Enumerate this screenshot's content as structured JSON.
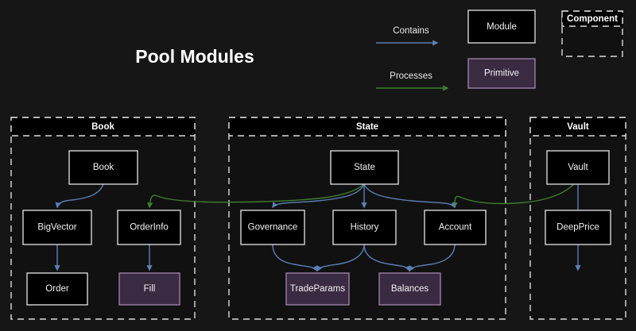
{
  "title": "Pool Modules",
  "colors": {
    "background": "#161616",
    "module_fill": "#000000",
    "module_stroke": "#e6e6e6",
    "primitive_fill": "#3a2a42",
    "primitive_stroke": "#a486b0",
    "contains_edge": "#5b7fb5",
    "processes_edge": "#3f7d2f",
    "cluster_stroke": "#dcdcdc",
    "text": "#f2f2f2"
  },
  "legend": {
    "contains_label": "Contains",
    "processes_label": "Processes",
    "module_label": "Module",
    "primitive_label": "Primitive",
    "component_label": "Component"
  },
  "clusters": [
    {
      "id": "book",
      "label": "Book"
    },
    {
      "id": "state",
      "label": "State"
    },
    {
      "id": "vault",
      "label": "Vault"
    }
  ],
  "nodes": [
    {
      "id": "book",
      "label": "Book",
      "type": "module",
      "cluster": "book"
    },
    {
      "id": "bigvector",
      "label": "BigVector",
      "type": "module",
      "cluster": "book"
    },
    {
      "id": "orderinfo",
      "label": "OrderInfo",
      "type": "module",
      "cluster": "book"
    },
    {
      "id": "order",
      "label": "Order",
      "type": "module",
      "cluster": "book"
    },
    {
      "id": "fill",
      "label": "Fill",
      "type": "primitive",
      "cluster": "book"
    },
    {
      "id": "state",
      "label": "State",
      "type": "module",
      "cluster": "state"
    },
    {
      "id": "governance",
      "label": "Governance",
      "type": "module",
      "cluster": "state"
    },
    {
      "id": "history",
      "label": "History",
      "type": "module",
      "cluster": "state"
    },
    {
      "id": "account",
      "label": "Account",
      "type": "module",
      "cluster": "state"
    },
    {
      "id": "tradeparams",
      "label": "TradeParams",
      "type": "primitive",
      "cluster": "state"
    },
    {
      "id": "balances",
      "label": "Balances",
      "type": "primitive",
      "cluster": "state"
    },
    {
      "id": "vault",
      "label": "Vault",
      "type": "module",
      "cluster": "vault"
    },
    {
      "id": "deepprice",
      "label": "DeepPrice",
      "type": "module",
      "cluster": "vault"
    }
  ],
  "edges": [
    {
      "from": "book",
      "to": "bigvector",
      "kind": "contains"
    },
    {
      "from": "bigvector",
      "to": "order",
      "kind": "contains"
    },
    {
      "from": "orderinfo",
      "to": "fill",
      "kind": "contains"
    },
    {
      "from": "state",
      "to": "governance",
      "kind": "contains"
    },
    {
      "from": "state",
      "to": "history",
      "kind": "contains"
    },
    {
      "from": "state",
      "to": "account",
      "kind": "contains"
    },
    {
      "from": "governance",
      "to": "tradeparams",
      "kind": "contains"
    },
    {
      "from": "history",
      "to": "tradeparams",
      "kind": "contains"
    },
    {
      "from": "history",
      "to": "balances",
      "kind": "contains"
    },
    {
      "from": "account",
      "to": "balances",
      "kind": "contains"
    },
    {
      "from": "vault",
      "to": "deepprice",
      "kind": "contains"
    },
    {
      "from": "state",
      "to": "orderinfo",
      "kind": "processes"
    },
    {
      "from": "vault",
      "to": "account",
      "kind": "processes"
    }
  ]
}
